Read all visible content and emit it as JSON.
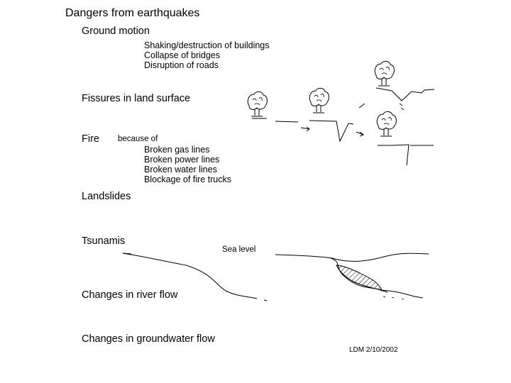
{
  "title": "Dangers from earthquakes",
  "sections": {
    "ground_motion": {
      "heading": "Ground motion",
      "items": [
        "Shaking/destruction of buildings",
        "Collapse of bridges",
        "Disruption of roads"
      ]
    },
    "fissures": {
      "heading": "Fissures in land surface"
    },
    "fire": {
      "heading": "Fire",
      "because": "because of",
      "items": [
        "Broken gas lines",
        "Broken power lines",
        "Broken water lines",
        "Blockage of fire trucks"
      ]
    },
    "landslides": {
      "heading": "Landslides"
    },
    "tsunamis": {
      "heading": "Tsunamis",
      "sea_level": "Sea level"
    },
    "river_flow": {
      "heading": "Changes in river flow"
    },
    "groundwater_flow": {
      "heading": "Changes in groundwater flow"
    }
  },
  "credit": "LDM 2/10/2002"
}
